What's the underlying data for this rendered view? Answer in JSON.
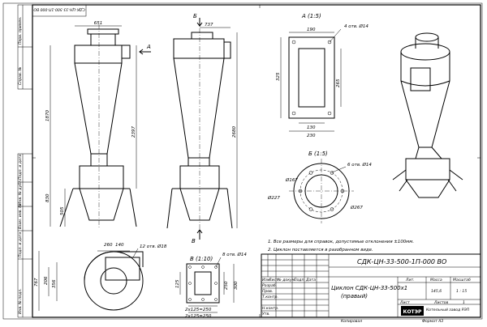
{
  "sheet": {
    "doc_code": "СДК-ЦН-33-500-1П-000 ВО",
    "doc_code_rotated": "СДК-ЦН-33-500-1П-000 ВО",
    "title_line1": "Циклон СДК-ЦН-33-500х1",
    "title_line2": "(правый)",
    "copied": "Копировал",
    "format": "Формат А3",
    "sheet_label": "Лист",
    "mass_label": "Масса",
    "scale_label": "Масштаб",
    "mass_value": "145,6",
    "scale_value": "1 : 15",
    "sheets_label": "Листов",
    "sheets_count": "1",
    "company_logo": "КОТЭР",
    "company_text": "Котельный завод РЭП",
    "roles": [
      "Разраб.",
      "Пров.",
      "Т.контр.",
      "Н.контр.",
      "Утв."
    ],
    "table_headers": [
      "Изм.",
      "Лист",
      "№ докум.",
      "Подп.",
      "Дата"
    ],
    "lit_label": "Лит."
  },
  "side_stamps": [
    "Перв. примен.",
    "Справ. №",
    "Подп. и дата",
    "Инв. № дубл.",
    "Взам. инв. №",
    "Подп. и дата",
    "Инв. № подл."
  ],
  "views": {
    "front": {
      "dims": [
        "651",
        "1870",
        "2397",
        "830",
        "505"
      ],
      "arrow_label": "А"
    },
    "side": {
      "top_label": "Б",
      "bottom_label": "В",
      "dims": [
        "737",
        "2680"
      ]
    },
    "view_a": {
      "title": "А (1:5)",
      "dims": [
        "190",
        "4 отв. Ø14",
        "325",
        "265",
        "130",
        "230"
      ]
    },
    "view_b": {
      "title": "Б (1:5)",
      "dims": [
        "6 отв. Ø14",
        "Ø167",
        "Ø227",
        "Ø267"
      ]
    },
    "view_v": {
      "title": "В (1:10)",
      "dims": [
        "8 отв. Ø14",
        "125",
        "250",
        "300",
        "2х125=250",
        "2х125=250"
      ]
    },
    "plan": {
      "dims": [
        "260",
        "140",
        "12 отв. Ø18",
        "767",
        "206",
        "356"
      ]
    }
  },
  "notes": [
    "1. Все размеры для справок, допустимые отклонения ±100мм.",
    "2. Циклон поставляется в разобранном виде."
  ]
}
